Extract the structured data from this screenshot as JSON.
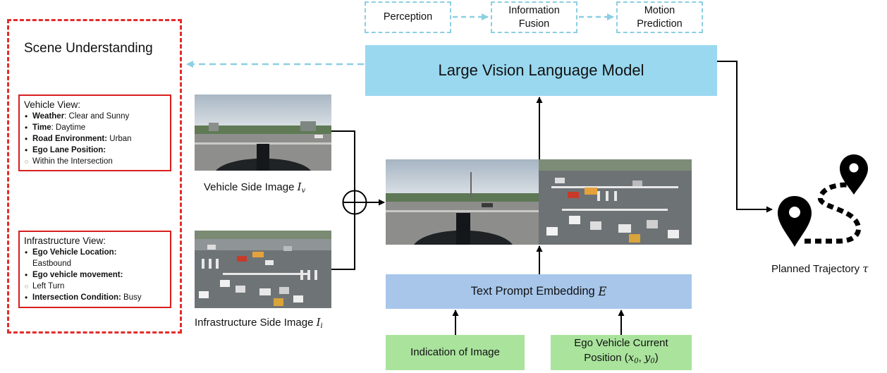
{
  "scene": {
    "title": "Scene Understanding",
    "vehicle_view": {
      "title": "Vehicle View:",
      "items": [
        {
          "label": "Weather",
          "value": ": Clear and Sunny"
        },
        {
          "label": "Time",
          "value": ": Daytime"
        },
        {
          "label": "Road Environment:",
          "value": " Urban"
        },
        {
          "label": "Ego Lane Position:",
          "value": ""
        },
        {
          "label": "",
          "value": "Within the Intersection"
        }
      ]
    },
    "infrastructure_view": {
      "title": "Infrastructure View:",
      "items": [
        {
          "label": "Ego Vehicle Location:",
          "value": ""
        },
        {
          "label": "",
          "value": "Eastbound"
        },
        {
          "label": "Ego vehicle movement:",
          "value": ""
        },
        {
          "label": "",
          "value": "Left Turn"
        },
        {
          "label": "Intersection Condition:",
          "value": " Busy"
        }
      ]
    }
  },
  "pipeline": {
    "perception": "Perception",
    "fusion_line1": "Information",
    "fusion_line2": "Fusion",
    "motion_line1": "Motion",
    "motion_line2": "Prediction"
  },
  "lvlm": {
    "label": "Large Vision Language Model"
  },
  "captions": {
    "vehicle": "Vehicle Side Image ",
    "vehicle_symbol": "I",
    "vehicle_sub": "v",
    "infra": "Infrastructure Side Image ",
    "infra_symbol": "I",
    "infra_sub": "i"
  },
  "embedding": {
    "label": "Text Prompt Embedding ",
    "symbol": "E"
  },
  "inputs": {
    "indication": "Indication of Image",
    "ego_line1": "Ego Vehicle Current",
    "ego_line2": "Position (",
    "ego_x": "x",
    "ego_x_sub": "0",
    "ego_sep": ", ",
    "ego_y": "y",
    "ego_y_sub": "0",
    "ego_close": ")"
  },
  "trajectory": {
    "label": "Planned Trajectory ",
    "symbol": "τ"
  },
  "colors": {
    "scene_border": "#e32b2b",
    "pipeline_border": "#8ccfe2",
    "lvlm_fill": "#99d8ef",
    "embedding_fill": "#a7c6ea",
    "input_fill": "#a9e39c"
  },
  "icons": [
    "map-pin-icon",
    "oplus-icon"
  ]
}
